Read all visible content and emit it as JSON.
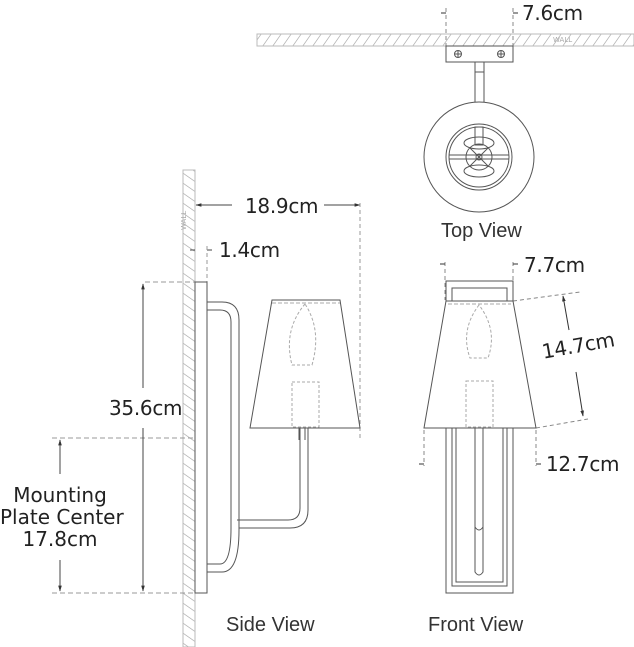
{
  "diagram": {
    "type": "product dimension drawing (wall sconce)",
    "views": {
      "top": {
        "label": "Top View"
      },
      "side": {
        "label": "Side View"
      },
      "front": {
        "label": "Front View"
      }
    },
    "wall_label": "WALL",
    "dimensions": {
      "backplate_width": "7.6cm",
      "extension": "18.9cm",
      "backplate_depth": "1.4cm",
      "overall_height": "35.6cm",
      "mounting_plate_center_line1": "Mounting",
      "mounting_plate_center_line2": "Plate Center",
      "mounting_plate_center_value": "17.8cm",
      "front_top_width": "7.7cm",
      "shade_height": "14.7cm",
      "shade_width": "12.7cm"
    },
    "colors": {
      "line": "#555555",
      "dashed": "#8a8a8a",
      "hatch": "#b5b5b5",
      "text": "#222222"
    }
  }
}
